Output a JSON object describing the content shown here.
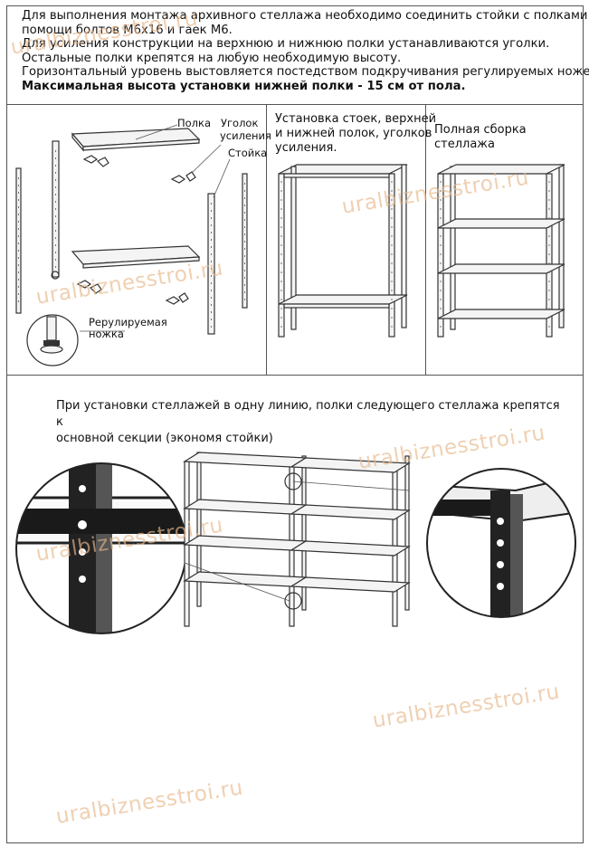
{
  "intro": {
    "line1": "Для выполнения монтажа архивного стеллажа необходимо соединить стойки с полками при",
    "line2": "помощи болтов М6х16 и гаек М6.",
    "line3": "Для усиления конструкции на верхнюю и нижнюю полки устанавливаются уголки.",
    "line4": "Остальные полки крепятся на любую необходимую высоту.",
    "line5": "Горизонтальный уровень выстовляется постедством подкручивания регулируемых ножек.",
    "line6": "Максимальная высота установки нижней полки - 15 см от пола."
  },
  "parts": {
    "shelf": "Полка",
    "corner_line1": "Уголок",
    "corner_line2": "усиления",
    "post": "Стойка",
    "foot_line1": "Рерулируемая",
    "foot_line2": "ножка"
  },
  "step2": {
    "line1": "Установка стоек, верхней",
    "line2": "и нижней полок, уголков",
    "line3": "усиления."
  },
  "step3": {
    "caption": "Полная сборка стеллажа"
  },
  "linear": {
    "line1": "При установки стеллажей в одну линию, полки следующего стеллажа крепятся к",
    "line2": "основной секции (экономя стойки)"
  },
  "watermark": "uralbiznesstroi.ru"
}
